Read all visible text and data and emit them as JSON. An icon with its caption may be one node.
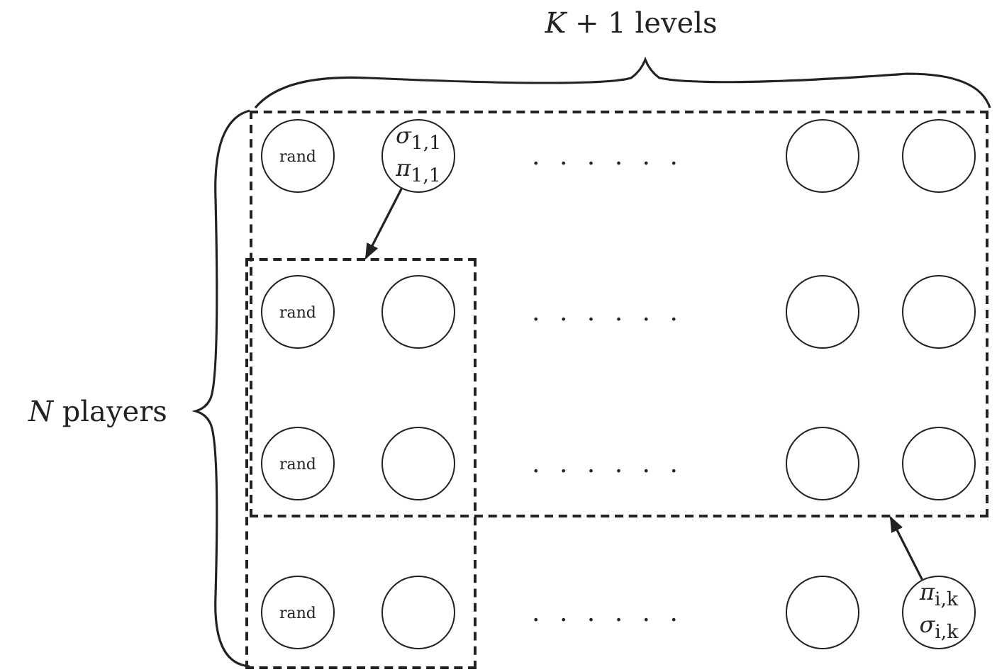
{
  "diagram": {
    "nodes": [
      {
        "text": [],
        "shape": "box"
      },
      {
        "text": [
          "rand"
        ],
        "in": 0
      },
      {
        "text": [
          "*σ*$_{1,1}$",
          "*π*$_{1,1}$"
        ],
        "in": 0
      },
      {
        "text": [],
        "shape": "circle",
        "in": 0
      },
      {
        "text": [],
        "shape": "circle",
        "in": 0
      },
      {
        "text": [],
        "shape": "box"
      },
      {
        "text": [
          "rand"
        ]
      },
      {
        "text": [],
        "shape": "circle"
      },
      {
        "text": [],
        "shape": "circle",
        "in": 0
      },
      {
        "text": [],
        "shape": "circle",
        "in": 0
      },
      {
        "text": [
          "rand"
        ]
      },
      {
        "text": [],
        "shape": "circle"
      },
      {
        "text": [],
        "shape": "circle",
        "in": 0
      },
      {
        "text": [],
        "shape": "circle",
        "in": 0
      },
      {
        "text": [
          "rand"
        ],
        "in": 5
      },
      {
        "text": [],
        "shape": "circle",
        "in": 5
      },
      {
        "text": [],
        "shape": "circle"
      },
      {
        "text": [
          "*π*$_{i,k}$",
          "*σ*$_{i,k}$"
        ]
      }
    ],
    "edges": [
      {
        "from": 2,
        "to": 5,
        "arrow": "to"
      },
      {
        "from": 17,
        "to": 0,
        "arrow": "to"
      }
    ],
    "labels": [
      "*K* + 1 levels",
      ". . . . . .",
      "*N* players",
      ". . . . . .",
      ". . . . . .",
      ". . . . . ."
    ]
  }
}
